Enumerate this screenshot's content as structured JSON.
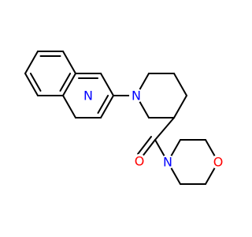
{
  "molecule": {
    "colors": {
      "bond": "#000000",
      "N": "#0000ff",
      "O": "#ff0000",
      "background": "#ffffff"
    },
    "atoms": [
      {
        "id": "qN",
        "label": "N",
        "element": "N"
      },
      {
        "id": "pipN",
        "label": "N",
        "element": "N"
      },
      {
        "id": "amideN",
        "label": "N",
        "element": "N"
      },
      {
        "id": "carbonylO",
        "label": "O",
        "element": "O"
      },
      {
        "id": "morphO",
        "label": "O",
        "element": "O"
      }
    ]
  }
}
